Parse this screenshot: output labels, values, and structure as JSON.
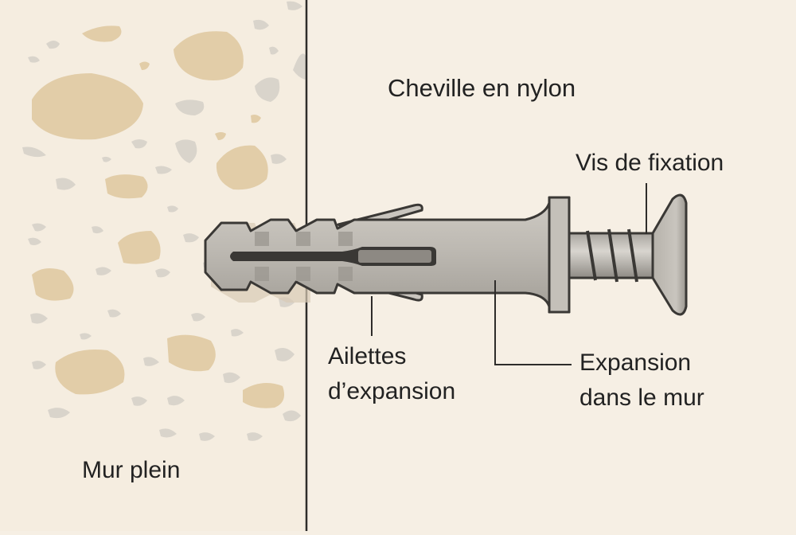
{
  "title": "Cheville en nylon",
  "labels": {
    "title": "Cheville en nylon",
    "screw": "Vis de fixation",
    "wings_line1": "Ailettes",
    "wings_line2": "d’expansion",
    "expansion_line1": "Expansion",
    "expansion_line2": "dans le mur",
    "wall": "Mur plein"
  },
  "colors": {
    "background": "#f6efe4",
    "wall_fill": "#f5ede0",
    "stone_tan": "#e2cda8",
    "stone_gray": "#d9d4cb",
    "plug": "#b9b5ae",
    "plug_light": "#d4d0c9",
    "outline": "#3a3835",
    "text": "#222222"
  }
}
